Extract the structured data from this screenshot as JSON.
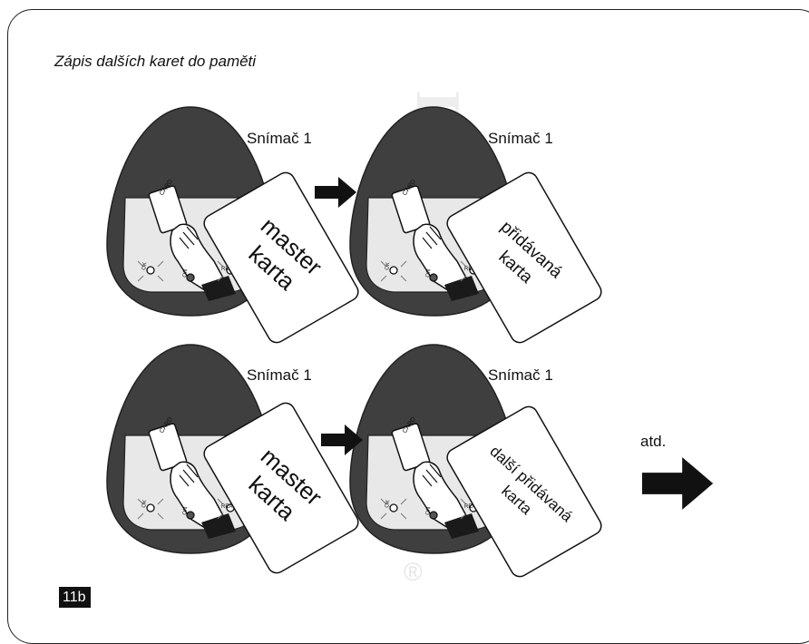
{
  "heading": "Zápis dalších karet do paměti",
  "figure_number": "11b",
  "sensor_label": "Snímač 1",
  "continue_label": "atd.",
  "reader": {
    "card_icon_text": "CARD",
    "led_ok": "OK",
    "led_on": "ON",
    "led_reading": "READING"
  },
  "cards": [
    {
      "line1": "master",
      "line2": "karta"
    },
    {
      "line1": "přidávaná",
      "line2": "karta"
    },
    {
      "line1": "master",
      "line2": "karta"
    },
    {
      "line1": "další přidávaná",
      "line2": "karta"
    }
  ],
  "watermark": "®"
}
